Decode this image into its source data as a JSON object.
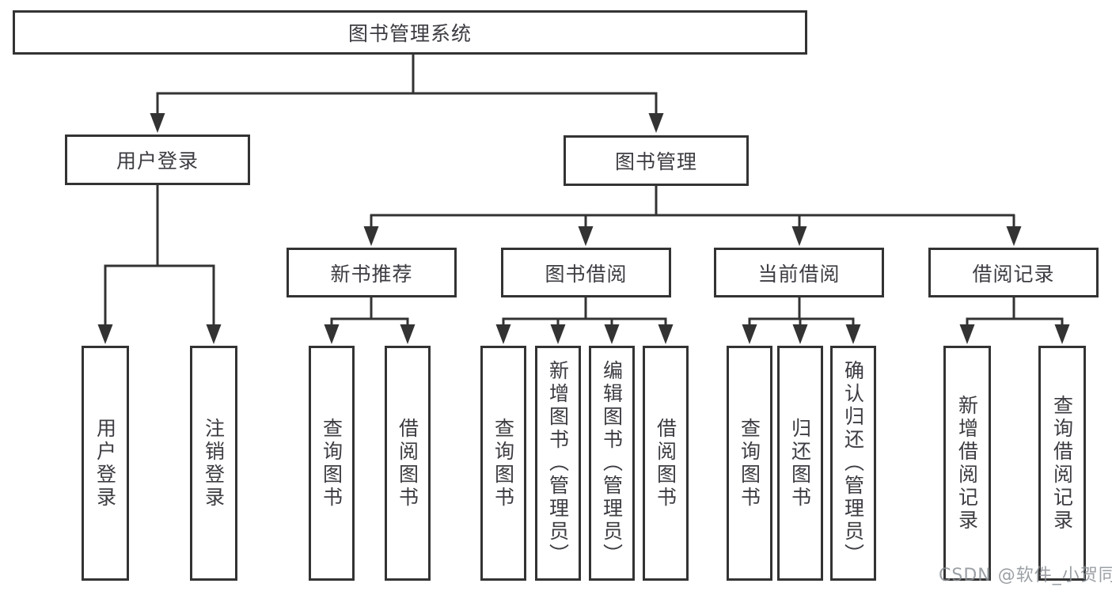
{
  "title": "图书管理系统",
  "watermark": "CSDN @软件_小贺同学",
  "colors": {
    "line": "#333333",
    "box_border": "#333333",
    "text": "#3c3c42",
    "background": "#ffffff",
    "watermark": "#898f95"
  },
  "tree": {
    "root": "图书管理系统",
    "branches": [
      {
        "label": "用户登录",
        "children": [
          "用户登录",
          "注销登录"
        ]
      },
      {
        "label": "图书管理",
        "groups": [
          {
            "label": "新书推荐",
            "children": [
              "查询图书",
              "借阅图书"
            ]
          },
          {
            "label": "图书借阅",
            "children": [
              "查询图书",
              "新增图书（管理员）",
              "编辑图书（管理员）",
              "借阅图书"
            ]
          },
          {
            "label": "当前借阅",
            "children": [
              "查询图书",
              "归还图书",
              "确认归还（管理员）"
            ]
          },
          {
            "label": "借阅记录",
            "children": [
              "新增借阅记录",
              "查询借阅记录"
            ]
          }
        ]
      }
    ]
  }
}
